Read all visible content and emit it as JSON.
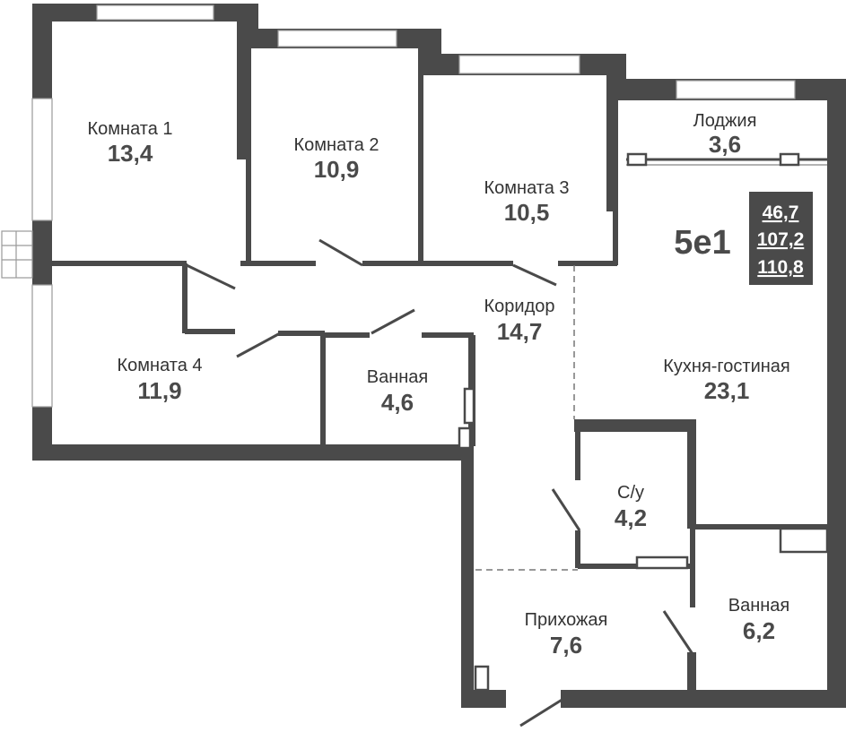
{
  "plan": {
    "type_label": "5е1",
    "areas": {
      "living": "46,7",
      "total": "107,2",
      "total_with_loggia": "110,8"
    },
    "rooms": [
      {
        "id": "room1",
        "name": "Комната 1",
        "area": "13,4"
      },
      {
        "id": "room2",
        "name": "Комната 2",
        "area": "10,9"
      },
      {
        "id": "room3",
        "name": "Комната 3",
        "area": "10,5"
      },
      {
        "id": "loggia",
        "name": "Лоджия",
        "area": "3,6"
      },
      {
        "id": "corridor",
        "name": "Коридор",
        "area": "14,7"
      },
      {
        "id": "kitchen",
        "name": "Кухня-гостиная",
        "area": "23,1"
      },
      {
        "id": "room4",
        "name": "Комната 4",
        "area": "11,9"
      },
      {
        "id": "bath1",
        "name": "Ванная",
        "area": "4,6"
      },
      {
        "id": "wc",
        "name": "С/у",
        "area": "4,2"
      },
      {
        "id": "hall",
        "name": "Прихожая",
        "area": "7,6"
      },
      {
        "id": "bath2",
        "name": "Ванная",
        "area": "6,2"
      }
    ]
  }
}
